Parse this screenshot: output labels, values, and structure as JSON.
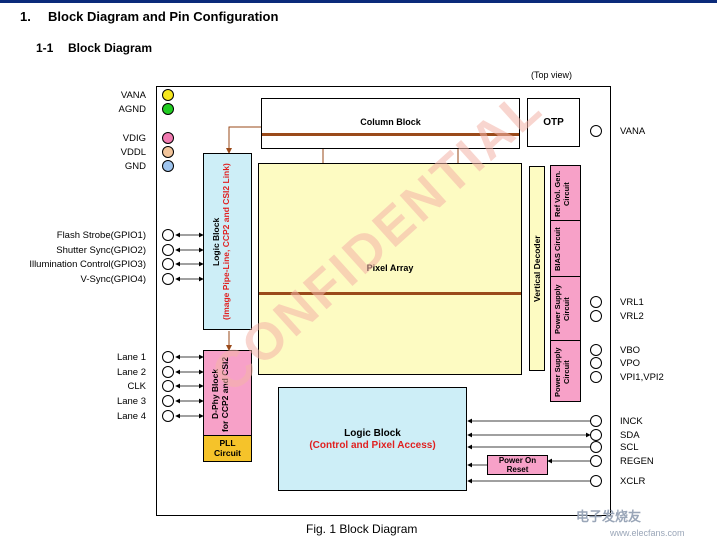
{
  "header": {
    "section_number": "1.",
    "section_title": "Block Diagram and Pin Configuration",
    "subsection_number": "1-1",
    "subsection_title": "Block Diagram"
  },
  "top_view": "(Top view)",
  "blocks": {
    "column_block": "Column Block",
    "otp": "OTP",
    "logic_block_left_line1": "Logic Block",
    "logic_block_left_line2": "(Image Pipe-Line, CCP2 and CSI2 Link)",
    "pixel_array": "Pixel Array",
    "vertical_decoder": "Vertical Decoder",
    "ref_vol_gen": "Ref Vol. Gen. Circuit",
    "bias_circuit": "BIAS Circuit",
    "power_supply_1": "Power Supply Circuit",
    "power_supply_2": "Power Supply Circuit",
    "dphy_line1": "D-Phy Block",
    "dphy_line2": "for CCP2 and CSI2",
    "pll_line1": "PLL",
    "pll_line2": "Circuit",
    "logic_block_bottom_line1": "Logic Block",
    "logic_block_bottom_line2": "(Control and Pixel Access)",
    "power_on_reset_line1": "Power On",
    "power_on_reset_line2": "Reset"
  },
  "left_pins": {
    "power": [
      {
        "label": "VANA",
        "color": "#f5e61e"
      },
      {
        "label": "AGND",
        "color": "#22cc22"
      },
      {
        "label": "VDIG",
        "color": "#f07ab0"
      },
      {
        "label": "VDDL",
        "color": "#f2c49a"
      },
      {
        "label": "GND",
        "color": "#9ec4ee"
      }
    ],
    "gpio": [
      "Flash Strobe(GPIO1)",
      "Shutter Sync(GPIO2)",
      "Illumination Control(GPIO3)",
      "V-Sync(GPIO4)"
    ],
    "lanes": [
      "Lane 1",
      "Lane 2",
      "CLK",
      "Lane 3",
      "Lane 4"
    ]
  },
  "right_pins": {
    "vana": "VANA",
    "vrl1": "VRL1",
    "vrl2": "VRL2",
    "vbo": "VBO",
    "vpo": "VPO",
    "vpi": "VPI1,VPI2",
    "inck": "INCK",
    "sda": "SDA",
    "scl": "SCL",
    "regen": "REGEN",
    "xclr": "XCLR"
  },
  "caption": "Fig. 1 Block Diagram",
  "watermark": "CONFIDENTIAL",
  "site_watermark": "电子发烧友",
  "site_url": "www.elecfans.com",
  "colors": {
    "logic_fill": "#cdeef7",
    "pixel_fill": "#fdfbc2",
    "pink_fill": "#f7a1c8",
    "pll_fill": "#f5c32a",
    "bus_brown": "#9a4a1a",
    "red_text": "#e02020"
  }
}
